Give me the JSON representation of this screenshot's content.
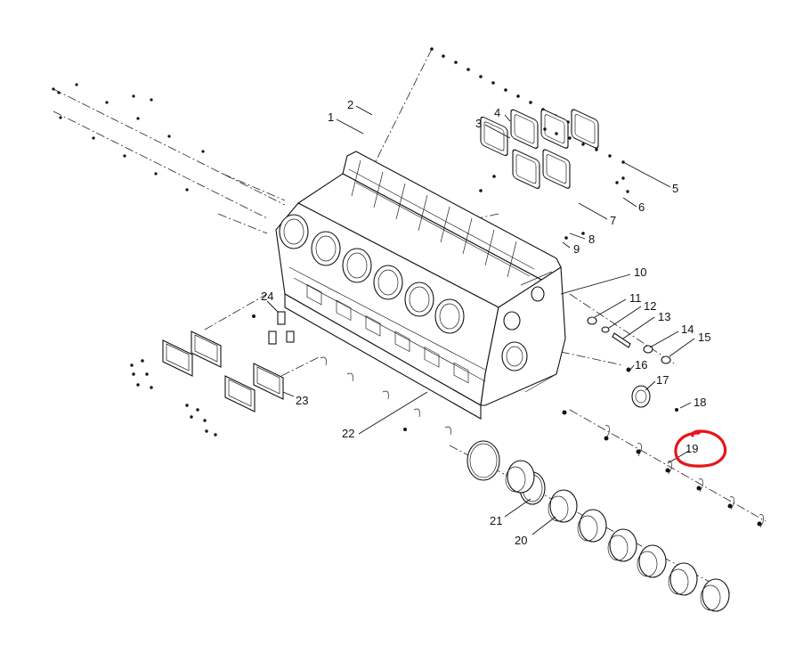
{
  "diagram": {
    "callouts": [
      {
        "id": "1",
        "text": "1"
      },
      {
        "id": "2",
        "text": "2"
      },
      {
        "id": "3",
        "text": "3"
      },
      {
        "id": "4",
        "text": "4"
      },
      {
        "id": "5",
        "text": "5"
      },
      {
        "id": "6",
        "text": "6"
      },
      {
        "id": "7",
        "text": "7"
      },
      {
        "id": "8",
        "text": "8"
      },
      {
        "id": "9",
        "text": "9"
      },
      {
        "id": "10",
        "text": "10"
      },
      {
        "id": "11",
        "text": "11"
      },
      {
        "id": "12",
        "text": "12"
      },
      {
        "id": "13",
        "text": "13"
      },
      {
        "id": "14",
        "text": "14"
      },
      {
        "id": "15",
        "text": "15"
      },
      {
        "id": "16",
        "text": "16"
      },
      {
        "id": "17",
        "text": "17"
      },
      {
        "id": "18",
        "text": "18"
      },
      {
        "id": "19",
        "text": "19"
      },
      {
        "id": "20",
        "text": "20"
      },
      {
        "id": "21",
        "text": "21"
      },
      {
        "id": "22",
        "text": "22"
      },
      {
        "id": "23",
        "text": "23"
      },
      {
        "id": "24",
        "text": "24"
      }
    ],
    "highlight": {
      "callout": "19",
      "color": "#e8141c"
    },
    "line_color": "#111111"
  }
}
